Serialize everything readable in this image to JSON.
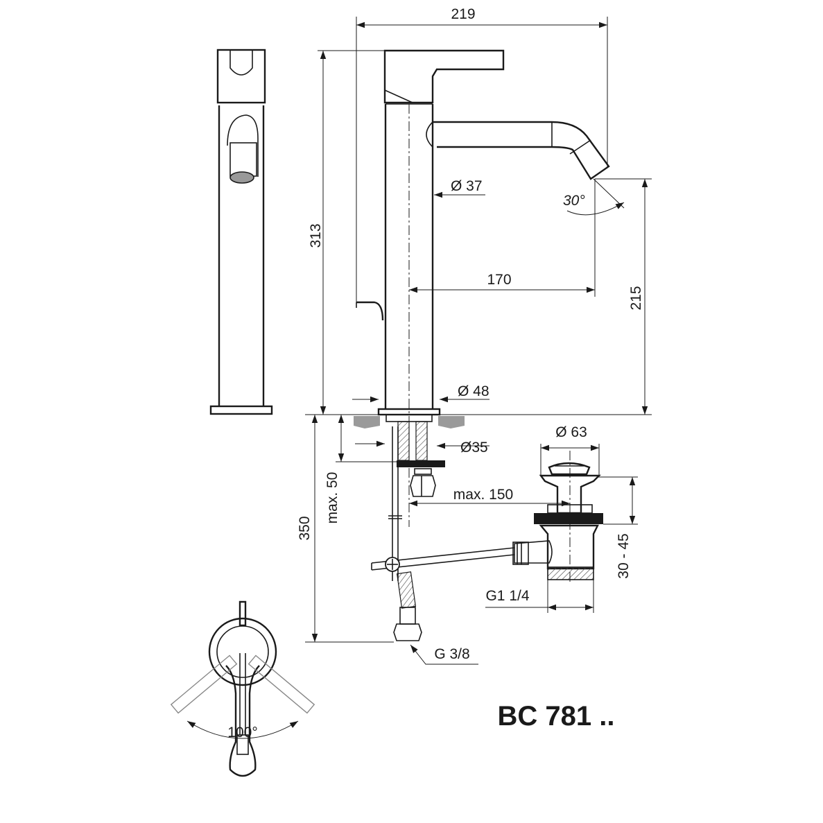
{
  "dimensions": {
    "width_219": "219",
    "height_313": "313",
    "diameter_37": "Ø 37",
    "angle_30": "30°",
    "reach_170": "170",
    "spout_height_215": "215",
    "diameter_48": "Ø 48",
    "diameter_35": "Ø35",
    "diameter_63": "Ø 63",
    "max_50": "max. 50",
    "max_150": "max. 150",
    "depth_350": "350",
    "waste_30_45": "30 - 45",
    "thread_g114": "G1 1/4",
    "thread_g38": "G 3/8",
    "rotation_100": "100°"
  },
  "product_code": "BC 781 .."
}
